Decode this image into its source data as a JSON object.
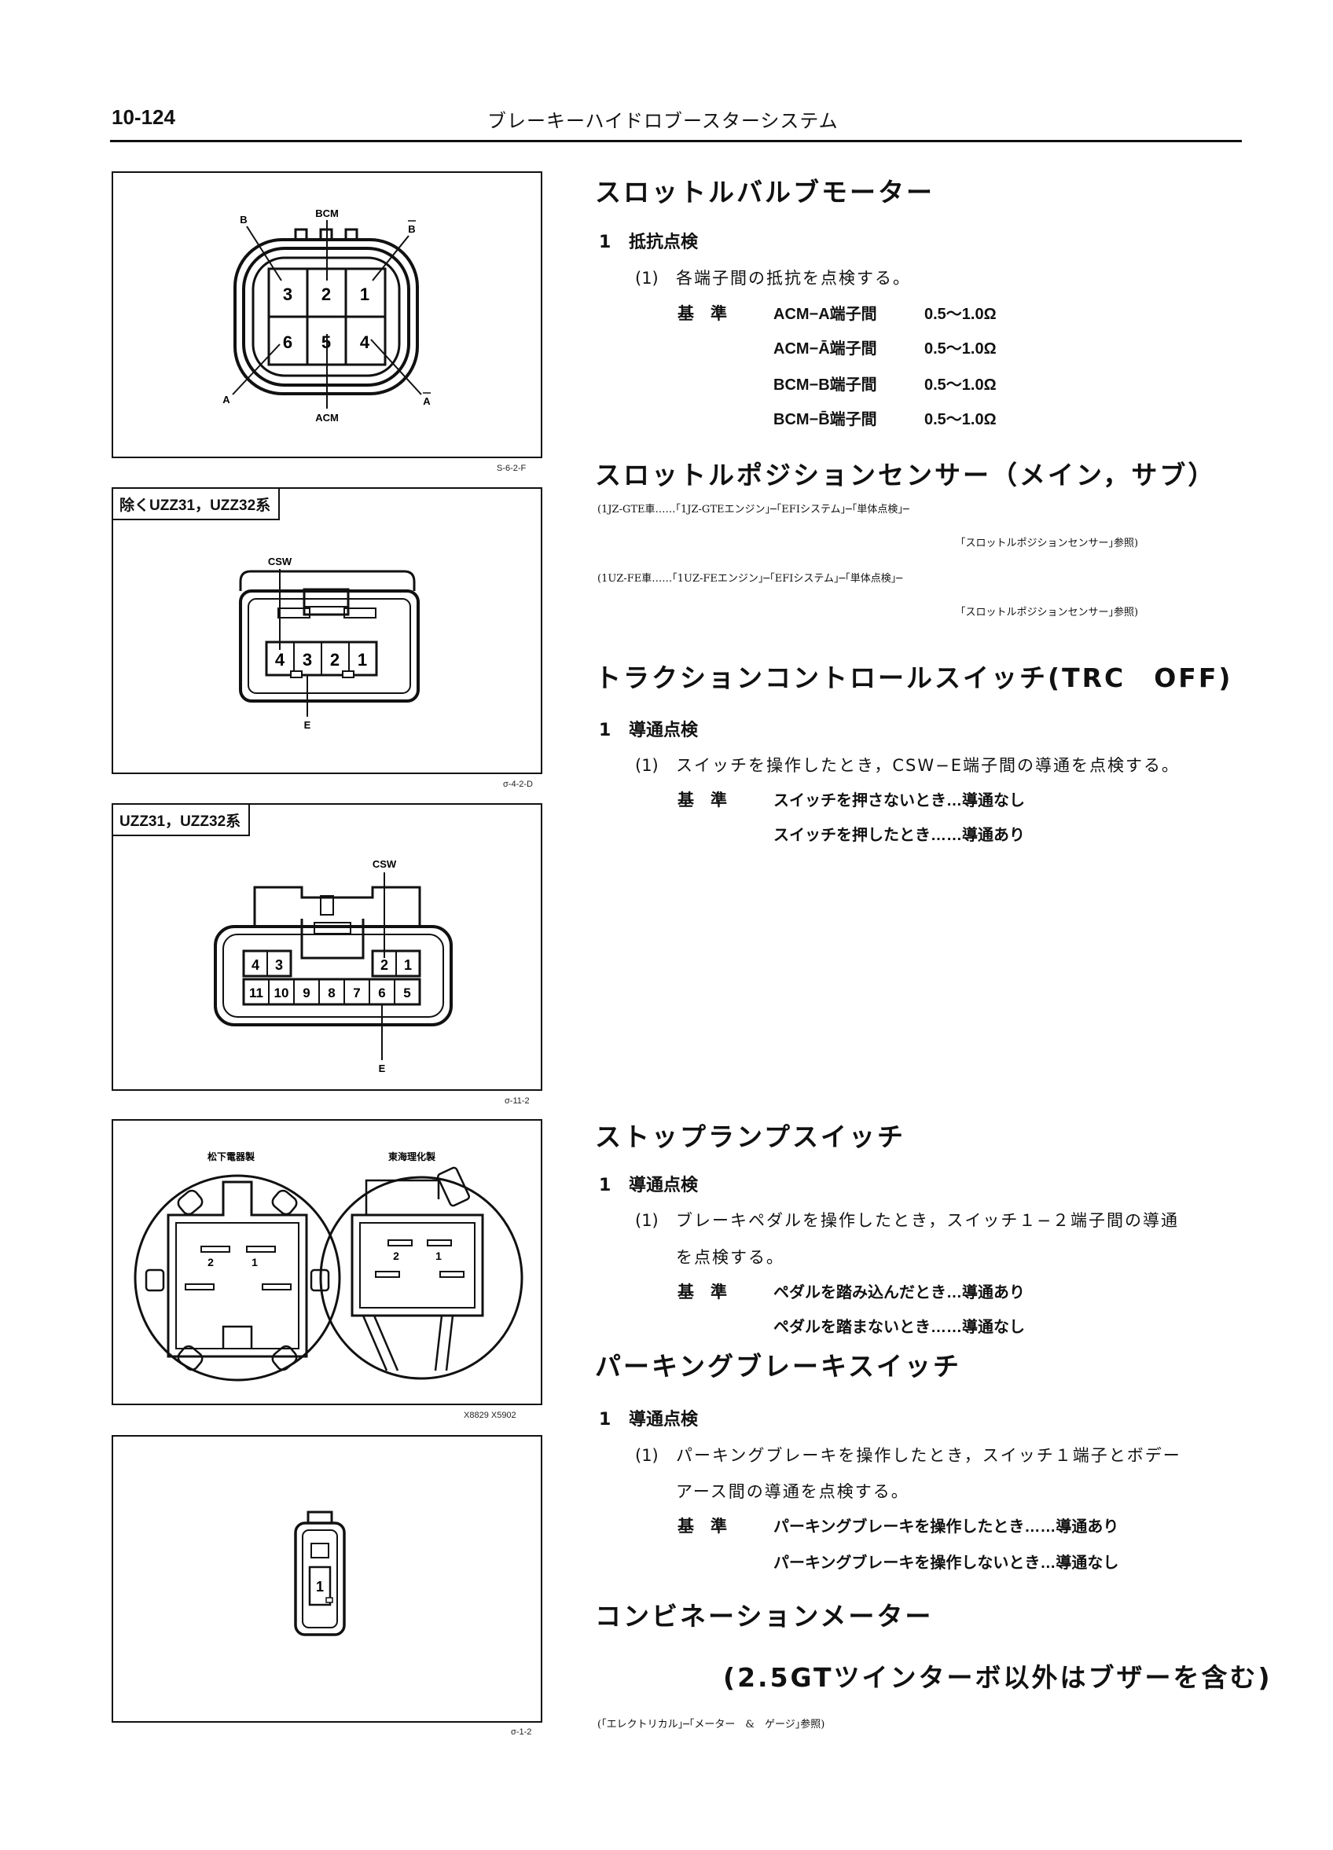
{
  "header": {
    "page_number": "10-124",
    "title": "ブレーキーハイドロブースターシステム"
  },
  "figures": {
    "fig1": {
      "labels": {
        "b": "B",
        "bcm": "BCM",
        "b_bar": "B",
        "a": "A",
        "acm": "ACM",
        "a_bar": "A"
      },
      "pins": [
        "3",
        "2",
        "1",
        "6",
        "5",
        "4"
      ],
      "code": "S-6-2-F"
    },
    "fig2": {
      "tag": "除くUZZ31，UZZ32系",
      "csw": "CSW",
      "e": "E",
      "pins": [
        "4",
        "3",
        "2",
        "1"
      ],
      "code": "σ-4-2-D"
    },
    "fig3": {
      "tag": "UZZ31，UZZ32系",
      "csw": "CSW",
      "e": "E",
      "pins_top_left": [
        "4",
        "3"
      ],
      "pins_top_right": [
        "2",
        "1"
      ],
      "pins_bottom": [
        "11",
        "10",
        "9",
        "8",
        "7",
        "6",
        "5"
      ],
      "code": "σ-11-2"
    },
    "fig4": {
      "left_label": "松下電器製",
      "right_label": "東海理化製",
      "pin_2": "2",
      "pin_1": "1",
      "code": "X8829  X5902"
    },
    "fig5": {
      "pin": "1",
      "code": "σ-1-2"
    }
  },
  "sections": {
    "throttle_motor": {
      "title": "スロットルバルブモーター",
      "step_no": "1",
      "step_title": "抵抗点検",
      "sub_no": "(1)",
      "sub_text": "各端子間の抵抗を点検する。",
      "std_label": "基　準",
      "rows": [
        {
          "terminal": "ACM−A端子間",
          "value": "0.5〜1.0Ω"
        },
        {
          "terminal": "ACM−Ā端子間",
          "value": "0.5〜1.0Ω"
        },
        {
          "terminal": "BCM−B端子間",
          "value": "0.5〜1.0Ω"
        },
        {
          "terminal": "BCM−B̄端子間",
          "value": "0.5〜1.0Ω"
        }
      ]
    },
    "throttle_sensor": {
      "title": "スロットルポジションセンサー（メイン，サブ）",
      "ref1_a": "(1JZ-GTE車……｢1JZ-GTEエンジン｣─｢EFIシステム｣─｢単体点検｣─",
      "ref1_b": "｢スロットルポジションセンサー｣参照)",
      "ref2_a": "(1UZ-FE車……｢1UZ-FEエンジン｣─｢EFIシステム｣─｢単体点検｣─",
      "ref2_b": "｢スロットルポジションセンサー｣参照)"
    },
    "trc_switch": {
      "title": "トラクションコントロールスイッチ(TRC　OFF)",
      "step_no": "1",
      "step_title": "導通点検",
      "sub_no": "(1)",
      "sub_text": "スイッチを操作したとき，CSW−E端子間の導通を点検する。",
      "std_label": "基　準",
      "std1": "スイッチを押さないとき…導通なし",
      "std2": "スイッチを押したとき……導通あり"
    },
    "stop_lamp": {
      "title": "ストップランプスイッチ",
      "step_no": "1",
      "step_title": "導通点検",
      "sub_no": "(1)",
      "sub_text": "ブレーキペダルを操作したとき，スイッチ１−２端子間の導通",
      "sub_text2": "を点検する。",
      "std_label": "基　準",
      "std1": "ペダルを踏み込んだとき…導通あり",
      "std2": "ペダルを踏まないとき……導通なし"
    },
    "parking_brake": {
      "title": "パーキングブレーキスイッチ",
      "step_no": "1",
      "step_title": "導通点検",
      "sub_no": "(1)",
      "sub_text": "パーキングブレーキを操作したとき，スイッチ１端子とボデー",
      "sub_text2": "アース間の導通を点検する。",
      "std_label": "基　準",
      "std1": "パーキングブレーキを操作したとき……導通あり",
      "std2": "パーキングブレーキを操作しないとき…導通なし"
    },
    "combination_meter": {
      "title": "コンビネーションメーター",
      "subtitle": "(2.5GTツインターボ以外はブザーを含む)",
      "ref": "(｢エレクトリカル｣─｢メーター　&　ゲージ｣参照)"
    }
  }
}
